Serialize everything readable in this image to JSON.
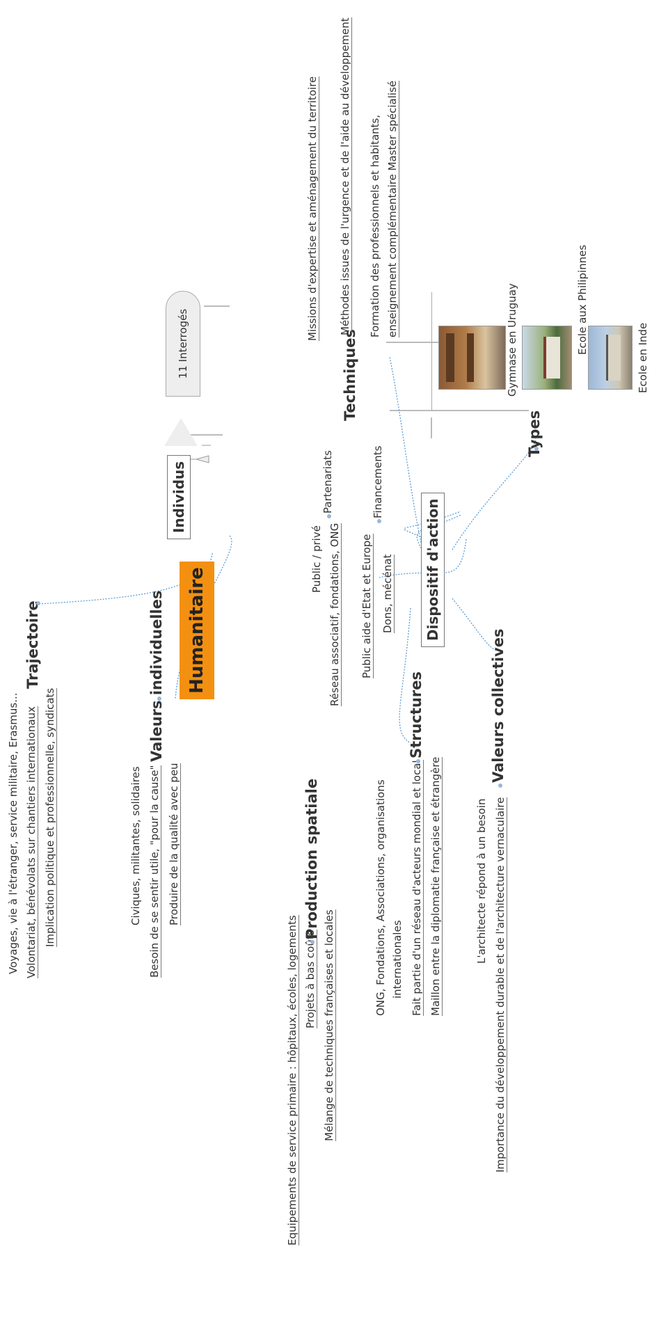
{
  "central": {
    "label": "Humanitaire"
  },
  "individus": {
    "label": "Individus",
    "child": "11 Interrogés",
    "trajectoire": {
      "label": "Trajectoire",
      "items": [
        "Voyages, vie à l'étranger, service militaire, Erasmus...",
        "Volontariat, bénévolats sur chantiers internationaux",
        "Implication politique et professionnelle, syndicats"
      ]
    },
    "valeurs": {
      "label": "Valeurs individuelles",
      "items": [
        "Civiques, militantes, solidaires",
        "Besoin de se sentir utile, \"pour la cause\"",
        "Produire de la qualité avec peu"
      ]
    }
  },
  "production": {
    "label": "Production spatiale",
    "items": [
      "Equipements de service primaire : hôpitaux, écoles, logements",
      "Projets à bas coûts",
      "Mélange de techniques françaises et locales"
    ]
  },
  "dispositif": {
    "label": "Dispositif d'action",
    "techniques": {
      "label": "Techniques",
      "items": [
        "Missions d'expertise et aménagement du territoire",
        "Méthodes issues de l'urgence et de l'aide au développement",
        "Formation des professionnels et habitants,",
        "enseignement complémentaire  Master spécialisé"
      ]
    },
    "partenariats": {
      "label": "Partenariats",
      "items": [
        "Public / privé",
        "Réseau associatif, fondations, ONG"
      ]
    },
    "financements": {
      "label": "Financements",
      "items": [
        "Public aide d'Etat et Europe",
        "Dons, mécénat"
      ]
    },
    "structures": {
      "label": "Structures",
      "items": [
        "ONG, Fondations, Associations, organisations",
        "internationales",
        "Fait partie d'un réseau d'acteurs mondial et local",
        "Maillon entre la diplomatie française et étrangère"
      ]
    },
    "valeurs_collectives": {
      "label": "Valeurs collectives",
      "items": [
        "L'architecte répond à un besoin",
        "Importance du développement durable et de l'architecture vernaculaire"
      ]
    },
    "types": {
      "label": "Types",
      "items": [
        "Gymnase en Uruguay",
        "Ecole aux Philipinnes",
        "Ecole en Inde"
      ]
    }
  },
  "colors": {
    "central_fill": "#f39011",
    "connector": "#5b9bd5",
    "text": "#333333"
  }
}
